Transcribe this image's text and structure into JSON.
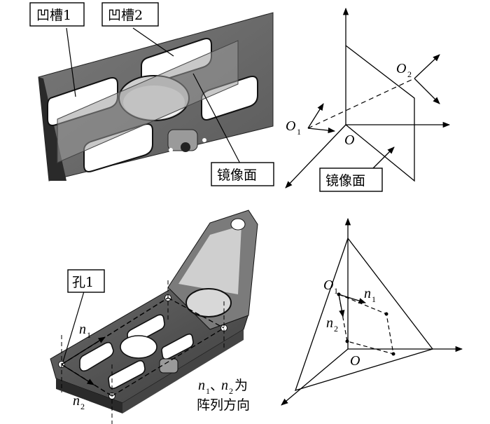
{
  "top_left": {
    "label_groove1": "凹槽1",
    "label_groove2": "凹槽2",
    "label_mirror_plane": "镜像面"
  },
  "top_right": {
    "label_o1": "O",
    "label_o1_sub": "1",
    "label_o2": "O",
    "label_o2_sub": "2",
    "label_o": "O",
    "label_mirror_plane": "镜像面"
  },
  "bottom_left": {
    "label_hole1": "孔1",
    "label_n1": "n",
    "label_n1_sub": "1",
    "label_n2": "n",
    "label_n2_sub": "2",
    "caption_line1_n1": "n",
    "caption_line1_sub1": "1",
    "caption_line1_sep": "、",
    "caption_line1_n2": "n",
    "caption_line1_sub2": "2",
    "caption_line1_suffix": "为",
    "caption_line2": "阵列方向"
  },
  "bottom_right": {
    "label_o1": "O",
    "label_o1_sub": "1",
    "label_n1": "n",
    "label_n1_sub": "1",
    "label_n2": "n",
    "label_n2_sub": "2",
    "label_o": "O"
  },
  "colors": {
    "part_dark": "#3a3a3a",
    "part_mid": "#6e6e6e",
    "part_light": "#b5b5b5",
    "plane": "#8a8a8a"
  }
}
